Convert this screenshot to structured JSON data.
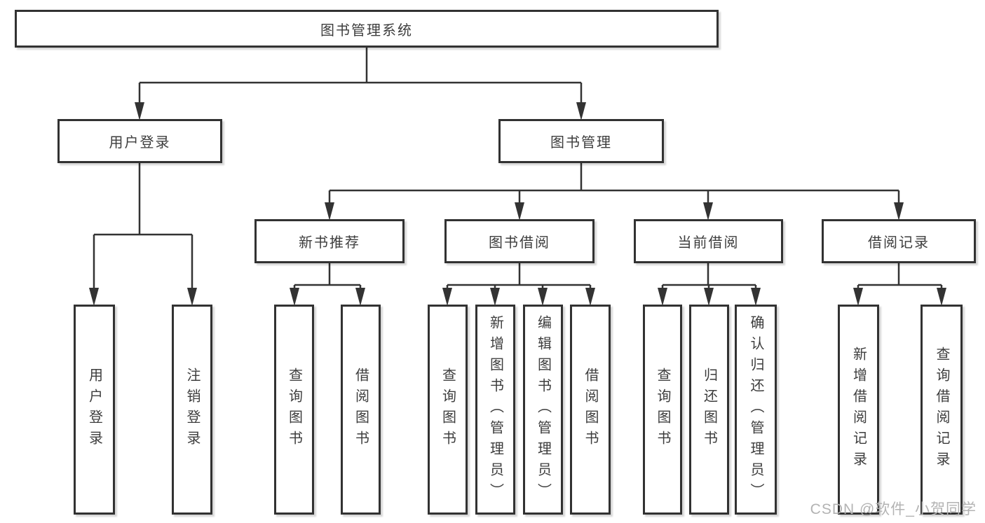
{
  "diagram": {
    "type": "feature-tree",
    "root": {
      "label": "图书管理系统",
      "children": [
        {
          "label": "用户登录",
          "children": [
            {
              "label": "用户登录"
            },
            {
              "label": "注销登录"
            }
          ]
        },
        {
          "label": "图书管理",
          "children": [
            {
              "label": "新书推荐",
              "children": [
                {
                  "label": "查询图书"
                },
                {
                  "label": "借阅图书"
                }
              ]
            },
            {
              "label": "图书借阅",
              "children": [
                {
                  "label": "查询图书"
                },
                {
                  "label": "新增图书（管理员）"
                },
                {
                  "label": "编辑图书（管理员）"
                },
                {
                  "label": "借阅图书"
                }
              ]
            },
            {
              "label": "当前借阅",
              "children": [
                {
                  "label": "查询图书"
                },
                {
                  "label": "归还图书"
                },
                {
                  "label": "确认归还（管理员）"
                }
              ]
            },
            {
              "label": "借阅记录",
              "children": [
                {
                  "label": "新增借阅记录"
                },
                {
                  "label": "查询借阅记录"
                }
              ]
            }
          ]
        }
      ]
    }
  },
  "watermark": {
    "text": "CSDN @软件_小贺同学"
  },
  "colors": {
    "line": "#333333",
    "text": "#3d3d3d",
    "background": "#ffffff",
    "watermark": "#b3b3b3"
  }
}
